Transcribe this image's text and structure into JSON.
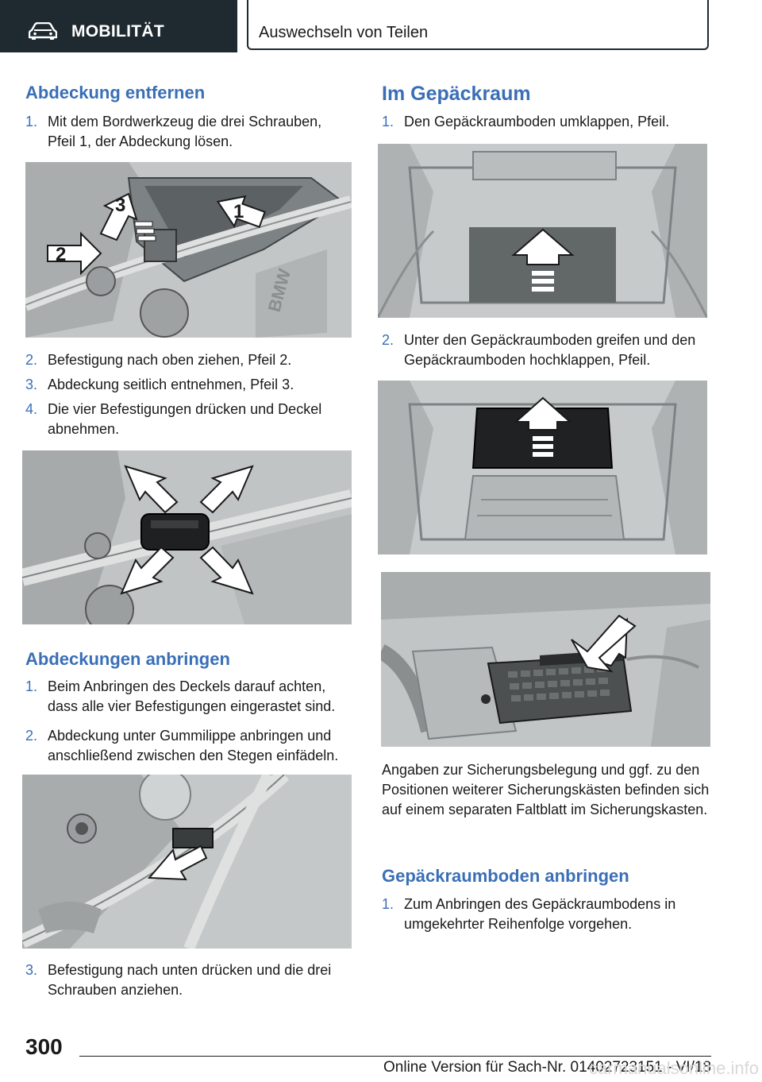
{
  "header": {
    "section": "MOBILITÄT",
    "chapter": "Auswechseln von Teilen",
    "section_icon": "car-icon"
  },
  "left": {
    "heading1": "Abdeckung entfernen",
    "steps1": [
      {
        "n": "1.",
        "text": "Mit dem Bordwerkzeug die drei Schrauben, Pfeil 1, der Abdeckung lösen."
      },
      {
        "n": "2.",
        "text": "Befestigung nach oben ziehen, Pfeil 2."
      },
      {
        "n": "3.",
        "text": "Abdeckung seitlich entnehmen, Pfeil 3."
      },
      {
        "n": "4.",
        "text": "Die vier Befestigungen drücken und Deckel abnehmen."
      }
    ],
    "fig1_labels": [
      "1",
      "2",
      "3"
    ],
    "fig1_brand": "BMW",
    "heading2": "Abdeckungen anbringen",
    "steps2": [
      {
        "n": "1.",
        "text": "Beim Anbringen des Deckels darauf achten, dass alle vier Befestigungen eingerastet sind."
      },
      {
        "n": "2.",
        "text": "Abdeckung unter Gummilippe anbringen und anschließend zwischen den Stegen einfädeln."
      },
      {
        "n": "3.",
        "text": "Befestigung nach unten drücken und die drei Schrauben anziehen."
      }
    ]
  },
  "right": {
    "heading1": "Im Gepäckraum",
    "steps1": [
      {
        "n": "1.",
        "text": "Den Gepäckraumboden umklappen, Pfeil."
      },
      {
        "n": "2.",
        "text": "Unter den Gepäckraumboden greifen und den Gepäckraumboden hochklappen, Pfeil."
      }
    ],
    "info": "Angaben zur Sicherungsbelegung und ggf. zu den Positionen weiterer Sicherungskästen befinden sich auf einem separaten Faltblatt im Sicherungskasten.",
    "heading2": "Gepäckraumboden anbringen",
    "steps2": [
      {
        "n": "1.",
        "text": "Zum Anbringen des Gepäckraumbodens in umgekehrter Reihenfolge vorgehen."
      }
    ]
  },
  "footer": {
    "page": "300",
    "online": "Online Version für Sach-Nr. 01402723151 - VI/18",
    "watermark": "carmanualsonline.info"
  }
}
